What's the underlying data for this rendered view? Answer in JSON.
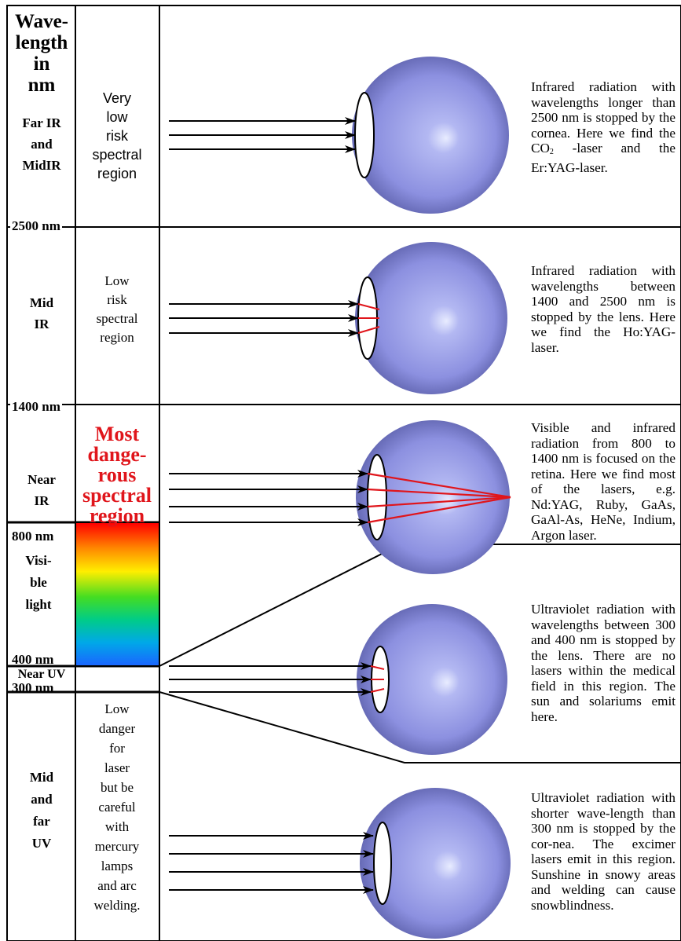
{
  "header": {
    "line1": "Wave-",
    "line2": "length",
    "line3": "in",
    "line4": "nm"
  },
  "regions": [
    {
      "id": "far-ir",
      "band_label": [
        "Far IR",
        "and",
        "MidIR"
      ],
      "risk_label": [
        "Very",
        "low",
        "risk",
        "spectral",
        "region"
      ],
      "description": "Infrared radiation with wavelengths longer than 2500 nm is stopped by the cornea. Here we find the CO",
      "description_sub": "2",
      "description_tail": " -laser and the Er:YAG-laser.",
      "rays_absorbed_at": "cornea"
    },
    {
      "id": "mid-ir",
      "band_label": [
        "Mid",
        "IR"
      ],
      "risk_label": [
        "Low",
        "risk",
        "spectral",
        "region"
      ],
      "description": "Infrared radiation with wavelengths between 1400 and 2500 nm is stopped by the lens. Here we find the Ho:YAG-laser.",
      "rays_absorbed_at": "lens"
    },
    {
      "id": "near-ir-visible",
      "band_label": [
        "Near",
        "IR"
      ],
      "band_label_2": [
        "Visi-",
        "ble",
        "light"
      ],
      "risk_label": [
        "Most",
        "dange-",
        "rous",
        "spectral",
        "region"
      ],
      "description": "Visible and infrared radiation from 800 to 1400 nm is focused on the retina. Here we find most of the lasers, e.g. Nd:YAG, Ruby, GaAs, GaAl-As, HeNe, Indium, Argon laser.",
      "rays_absorbed_at": "retina"
    },
    {
      "id": "near-uv",
      "band_label": [
        "Near UV"
      ],
      "description": "Ultraviolet radiation with wavelengths between 300 and 400 nm is stopped by the lens. There are no lasers within the medical field in this region. The sun and solariums emit here.",
      "rays_absorbed_at": "lens"
    },
    {
      "id": "mid-far-uv",
      "band_label": [
        "Mid",
        "and",
        "far",
        "UV"
      ],
      "risk_label": [
        "Low",
        "danger",
        "for",
        "laser",
        "but be",
        "careful",
        "with",
        "mercury",
        "lamps",
        "and arc",
        "welding."
      ],
      "description": "Ultraviolet radiation with shorter wave-length than 300 nm is stopped by the cor-nea. The excimer lasers emit in this region. Sunshine in snowy areas and welding can cause snowblindness.",
      "rays_absorbed_at": "cornea"
    }
  ],
  "boundaries": [
    "2500 nm",
    "1400 nm",
    "800 nm",
    "400 nm",
    "300 nm"
  ],
  "colors": {
    "eye_fill": "#8c90e0",
    "ray_absorbed": "#e0151b",
    "danger_text": "#e0151b",
    "line": "#000000"
  }
}
